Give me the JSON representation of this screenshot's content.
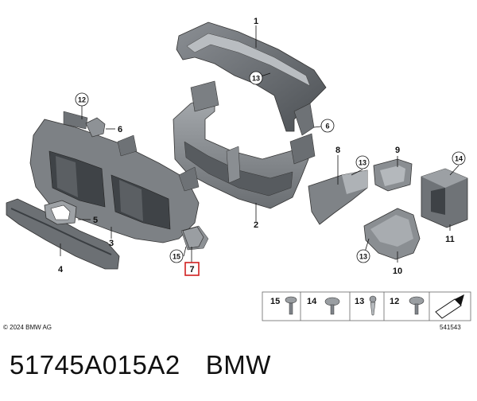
{
  "copyright": "© 2024 BMW AG",
  "figure_number": "541543",
  "part_number": "51745A015A2",
  "brand": "BMW",
  "highlight_color": "#d02020",
  "callouts": {
    "c1": "1",
    "c2": "2",
    "c3": "3",
    "c4": "4",
    "c5": "5",
    "c6": "6",
    "c7": "7",
    "c8": "8",
    "c9": "9",
    "c10": "10",
    "c11": "11",
    "c12a": "12",
    "c13a": "13",
    "c13b": "13",
    "c13c": "13",
    "c14": "14",
    "c15": "15"
  },
  "legend": {
    "l15": "15",
    "l14": "14",
    "l13": "13",
    "l12": "12"
  }
}
